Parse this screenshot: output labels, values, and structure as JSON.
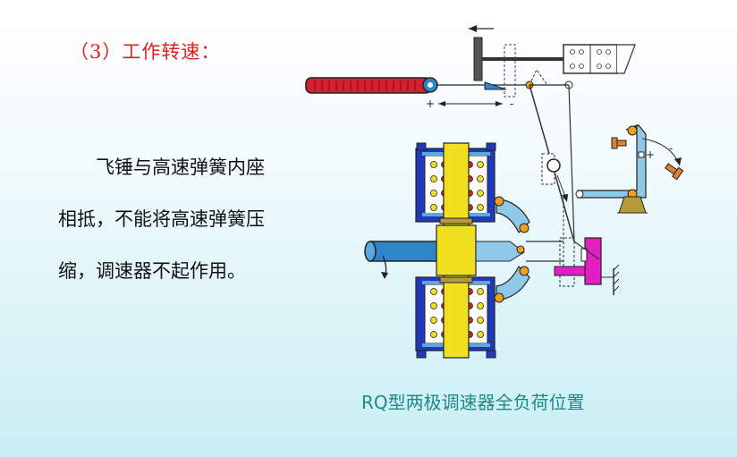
{
  "slide": {
    "heading": "（3）工作转速：",
    "body": "飞锤与高速弹簧内座相抵，不能将高速弹簧压缩，调速器不起作用。",
    "caption": "RQ型两极调速器全负荷位置"
  },
  "diagram": {
    "labels": {
      "plus_left": "+",
      "minus_left": "-",
      "plus_right": "+",
      "minus_right": "-"
    }
  },
  "colors": {
    "heading": "#e02020",
    "caption": "#1f8a8a",
    "rack_red": "#d42030",
    "housing_blue": "#1e3ab8",
    "link_lightblue": "#8ec9ea",
    "shaft_yellow": "#f0e020",
    "weight_orange": "#f0a020",
    "bushing_magenta": "#e020c0",
    "spring_red": "#c82828"
  }
}
